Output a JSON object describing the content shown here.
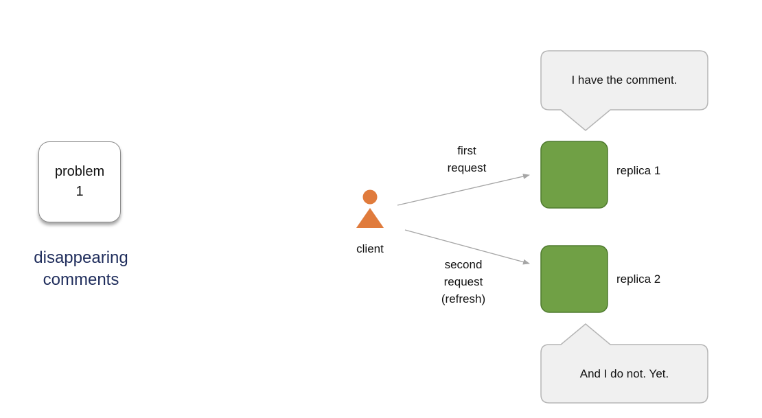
{
  "problem": {
    "card_line1": "problem",
    "card_line2": "1",
    "title_line1": "disappearing",
    "title_line2": "comments"
  },
  "client": {
    "label": "client",
    "color": "#e07b3c"
  },
  "requests": {
    "first_line1": "first",
    "first_line2": "request",
    "second_line1": "second",
    "second_line2": "request",
    "second_line3": "(refresh)"
  },
  "replicas": [
    {
      "label": "replica 1",
      "bubble": "I have the comment."
    },
    {
      "label": "replica 2",
      "bubble": "And I do not. Yet."
    }
  ],
  "colors": {
    "replica_fill": "#70a045",
    "replica_stroke": "#4e7a2e",
    "bubble_fill": "#f0f0f0",
    "bubble_stroke": "#b5b5b5",
    "arrow": "#a6a6a6",
    "title": "#1f2d5c"
  }
}
